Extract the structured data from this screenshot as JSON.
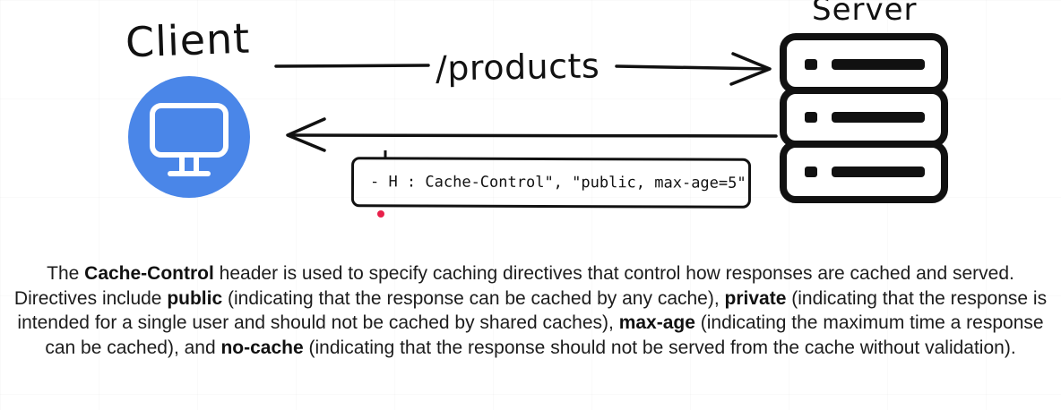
{
  "diagram": {
    "client_label": "Client",
    "server_label": "Server",
    "request_label": "/products",
    "response_header": "- H : Cache-Control\", \"public, max-age=5\"",
    "client_icon": "monitor-icon",
    "server_icon": "server-rack-icon",
    "colors": {
      "client_circle": "#4a86e8",
      "stroke": "#111111",
      "cursor": "#e8204a"
    }
  },
  "description": {
    "part1": "The ",
    "term1": "Cache-Control",
    "part2": " header is used to specify caching directives that control how responses are cached and served. Directives include ",
    "term2": "public",
    "part3": " (indicating that the response can be cached by any cache), ",
    "term3": "private",
    "part4": " (indicating that the response is intended for a single user and should not be cached by shared caches), ",
    "term4": "max-age",
    "part5": " (indicating the maximum time a response can be cached), and ",
    "term5": "no-cache",
    "part6": " (indicating that the response should not be served from the cache without validation)."
  }
}
